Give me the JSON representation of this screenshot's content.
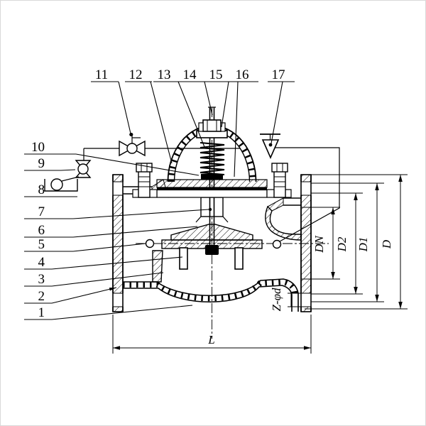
{
  "drawing": {
    "kind": "diaphragm-control-valve cross-section technical drawing",
    "background": "#ffffff",
    "line_color": "#000000"
  },
  "callouts": {
    "top": [
      "11",
      "12",
      "13",
      "14",
      "15",
      "16",
      "17"
    ],
    "left": [
      "10",
      "9",
      "8",
      "7",
      "6",
      "5",
      "4",
      "3",
      "2",
      "1"
    ]
  },
  "dimensions": {
    "dn": "DN",
    "d2": "D2",
    "d1": "D1",
    "d": "D",
    "length": "L",
    "bolt_holes": "Z-φd"
  },
  "icons": {
    "pilot_valve": "bowtie-globe-valve",
    "drain_funnel": "funnel-triangle",
    "test_port": "circle-with-bracket"
  }
}
